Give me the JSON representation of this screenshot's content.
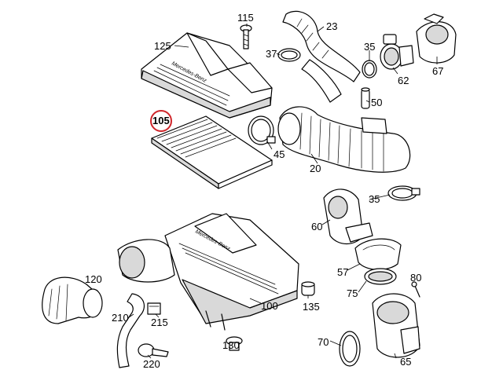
{
  "diagram": {
    "highlight_color": "#d0262b",
    "highlighted_part": "105",
    "brand_text": "Mercedes-Benz",
    "callouts": [
      {
        "id": "115",
        "label": "115"
      },
      {
        "id": "23",
        "label": "23"
      },
      {
        "id": "125",
        "label": "125"
      },
      {
        "id": "37",
        "label": "37"
      },
      {
        "id": "35a",
        "label": "35"
      },
      {
        "id": "62",
        "label": "62"
      },
      {
        "id": "67",
        "label": "67"
      },
      {
        "id": "50",
        "label": "50"
      },
      {
        "id": "105",
        "label": "105"
      },
      {
        "id": "45",
        "label": "45"
      },
      {
        "id": "20",
        "label": "20"
      },
      {
        "id": "35b",
        "label": "35"
      },
      {
        "id": "60",
        "label": "60"
      },
      {
        "id": "57",
        "label": "57"
      },
      {
        "id": "120",
        "label": "120"
      },
      {
        "id": "80",
        "label": "80"
      },
      {
        "id": "75",
        "label": "75"
      },
      {
        "id": "100",
        "label": "100"
      },
      {
        "id": "135",
        "label": "135"
      },
      {
        "id": "210",
        "label": "210"
      },
      {
        "id": "215",
        "label": "215"
      },
      {
        "id": "70",
        "label": "70"
      },
      {
        "id": "130",
        "label": "130"
      },
      {
        "id": "220",
        "label": "220"
      },
      {
        "id": "65",
        "label": "65"
      }
    ]
  }
}
